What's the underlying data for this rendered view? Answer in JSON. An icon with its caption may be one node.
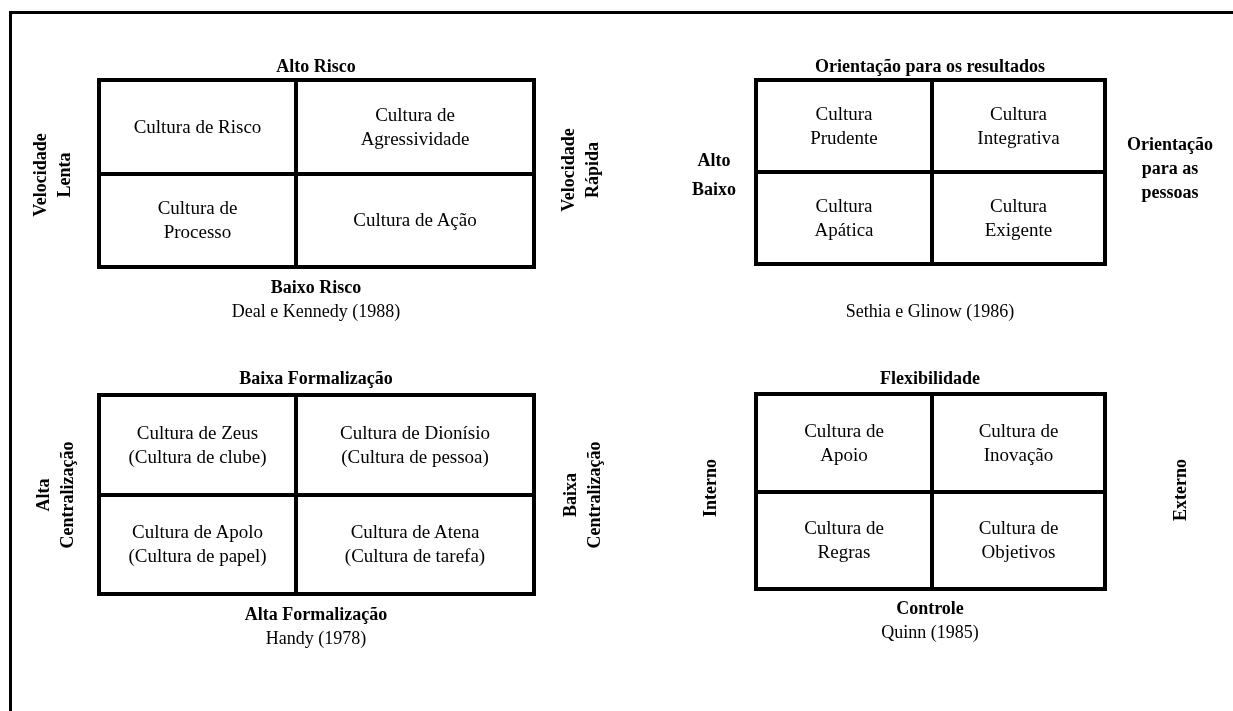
{
  "diagram": {
    "nodes": [
      {
        "text": [
          "Cultura de Risco"
        ]
      },
      {
        "text": [
          "Cultura de Agressividade"
        ]
      },
      {
        "text": [
          "Cultura de Processo"
        ]
      },
      {
        "text": [
          "Cultura de Ação"
        ]
      },
      {
        "text": [
          "Cultura Prudente"
        ]
      },
      {
        "text": [
          "Cultura Integrativa"
        ]
      },
      {
        "text": [
          "Cultura Apática"
        ]
      },
      {
        "text": [
          "Cultura Exigente"
        ]
      },
      {
        "text": [
          "Cultura de Zeus (Cultura de clube)"
        ]
      },
      {
        "text": [
          "Cultura de Dionísio (Cultura de pessoa)"
        ]
      },
      {
        "text": [
          "Cultura de Apolo (Cultura de papel)"
        ]
      },
      {
        "text": [
          "Cultura de Atena (Cultura de tarefa)"
        ]
      },
      {
        "text": [
          "Cultura de Apoio"
        ]
      },
      {
        "text": [
          "Cultura de Inovação"
        ]
      },
      {
        "text": [
          "Cultura de Regras"
        ]
      },
      {
        "text": [
          "Cultura de Objetivos"
        ]
      }
    ],
    "labels": [
      "Alto Risco",
      "Orientação para os resultados",
      "Velocidade Lenta",
      "Velocidade Rápida",
      "Alto",
      "Baixo",
      "Orientação para as pessoas",
      "Baixo Risco",
      "Deal e Kennedy (1988)",
      "Sethia e Glinow (1986)",
      "Baixa Formalização",
      "Flexibilidade",
      "Alta Centralização",
      "Baixa Centralização",
      "Interno",
      "Externo",
      "Alta Formalização",
      "Controle",
      "Handy (1978)",
      "Quinn (1985)"
    ]
  }
}
